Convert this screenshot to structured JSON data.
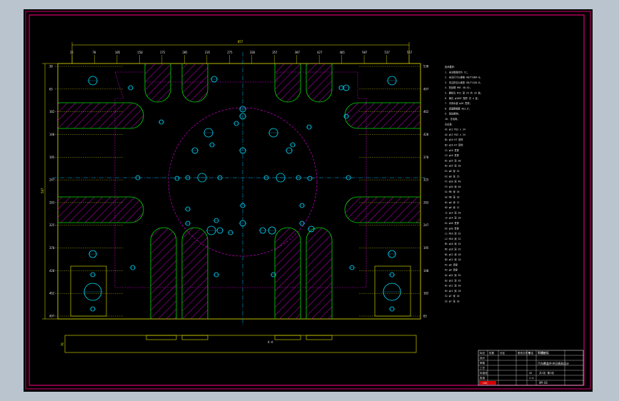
{
  "colors": {
    "background": "#b9c4cf",
    "canvas": "#000000",
    "frame": "#d6006f",
    "outline": "#e9e900",
    "hatch": "#c800c8",
    "centerline": "#00b8ff",
    "slot": "#00e000",
    "hole": "#00e0ff",
    "text": "#e9e9e9",
    "logo": "#d80000"
  },
  "drawing": {
    "top_dimension": "857",
    "left_dimension": "547",
    "bottom_dimension": "76",
    "bottom_section_label": "A-A",
    "label_a": "A",
    "label_r": "R1",
    "top_labels": [
      "25",
      "70",
      "105",
      "150",
      "175",
      "205",
      "235",
      "275",
      "320",
      "357",
      "387",
      "427",
      "465",
      "507",
      "537",
      "557"
    ],
    "left_labels": [
      "30",
      "65",
      "102",
      "140",
      "195",
      "247",
      "283",
      "325",
      "370",
      "420",
      "462",
      "497"
    ],
    "right_labels": [
      "530",
      "497",
      "462",
      "420",
      "370",
      "325",
      "283",
      "247",
      "195",
      "140",
      "102",
      "65"
    ]
  },
  "notes": {
    "lines": [
      "技术要求：",
      "1. 未注倒角均为 C1；",
      "2. 未注尺寸公差按 GB/T1804-m；",
      "3. 未注形位公差按 GB/T1184-K；",
      "4. 热处理 HRC 48-52；",
      "5. 螺纹孔 M12 深 24 共 16 处；",
      "6. 销孔 φ16H7 配作 共 4 处；",
      "7. 冷却水道 φ10 贯穿；",
      "8. 表面粗糙度 Ra1.6；",
      "9. 锐边倒钝；",
      "10. 去毛刺。",
      "孔位表：",
      "A1 φ12 M12 x 24",
      "A2 φ12 M12 x 24",
      "B1 φ16 H7 配作",
      "B2 φ16 H7 配作",
      "C1 φ10 贯穿",
      "C2 φ10 贯穿",
      "D1 φ25 深 30",
      "D2 φ25 深 30",
      "E1 φ8 深 15",
      "E2 φ8 深 15",
      "F1 φ20 深 40",
      "F2 φ20 深 40",
      "G1 M8 深 16",
      "G2 M8 深 16",
      "H1 φ6 深 12",
      "H2 φ6 深 12",
      "J1 φ14 深 20",
      "J2 φ14 深 20",
      "K1 φ30 贯穿",
      "K2 φ30 贯穿",
      "L1 M16 深 32",
      "L2 M16 深 32",
      "M1 φ18 深 25",
      "M2 φ18 深 25",
      "N1 φ12 深 18",
      "N2 φ12 深 18",
      "P1 φ9 贯穿",
      "P2 φ9 贯穿",
      "Q1 φ22 深 35",
      "Q2 φ22 深 35",
      "R1 φ11 深 20",
      "R2 φ11 深 20",
      "S1 φ7 深 10",
      "S2 φ7 深 10"
    ]
  },
  "title_block": {
    "company": "下模座板",
    "drawing_title": "汽车覆盖件冲压模具设计",
    "drawing_no": "XM-01",
    "scale": "1:4",
    "material": "45",
    "sheet": "共1张 第1张",
    "col_labels": [
      "标记",
      "处数",
      "分区",
      "更改文件号",
      "签名",
      "年月日"
    ],
    "row_labels": [
      "设计",
      "审核",
      "工艺",
      "标准化",
      "批准"
    ],
    "logo_text": "CAD"
  }
}
